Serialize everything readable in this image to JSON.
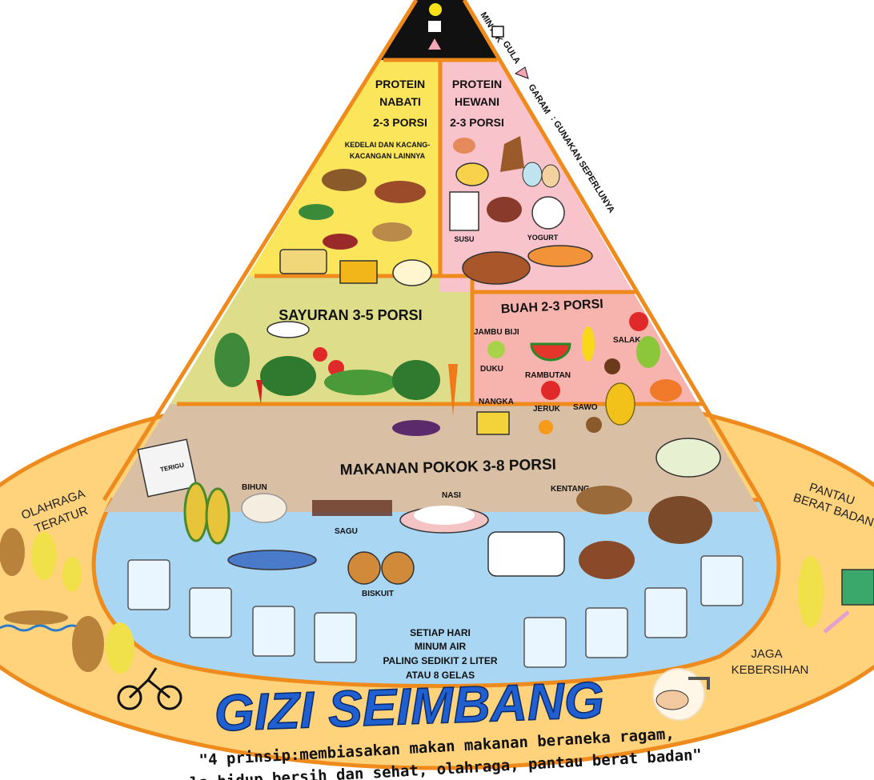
{
  "legend": {
    "minyak": "MINYAK",
    "gula": "GULA",
    "garam": "GARAM",
    "note": ": GUNAKAN SEPERLUNYA"
  },
  "sections": {
    "protein_nabati": {
      "line1": "PROTEIN",
      "line2": "NABATI",
      "portion": "2-3 PORSI",
      "note1": "KEDELAI DAN KACANG-",
      "note2": "KACANGAN LAINNYA"
    },
    "protein_hewani": {
      "line1": "PROTEIN",
      "line2": "HEWANI",
      "portion": "2-3 PORSI",
      "susu": "SUSU",
      "yogurt": "YOGURT"
    },
    "sayuran": {
      "title": "SAYURAN 3-5 PORSI"
    },
    "buah": {
      "title": "BUAH 2-3 PORSI",
      "items": [
        "JAMBU BIJI",
        "SALAK",
        "DUKU",
        "RAMBUTAN",
        "NANGKA",
        "JERUK",
        "SAWO"
      ]
    },
    "makanan_pokok": {
      "title": "MAKANAN POKOK 3-8 PORSI",
      "items": [
        "BIHUN",
        "NASI",
        "KENTANG",
        "SAGU",
        "BISKUIT"
      ],
      "terigu": "TERIGU"
    },
    "air": {
      "line1": "SETIAP HARI",
      "line2": "MINUM AIR",
      "line3": "PALING SEDIKIT 2 LITER",
      "line4": "ATAU 8 GELAS"
    }
  },
  "side_labels": {
    "olahraga1": "OLAHRAGA",
    "olahraga2": "TERATUR",
    "pantau1": "PANTAU",
    "pantau2": "BERAT BADAN",
    "jaga1": "JAGA",
    "jaga2": "KEBERSIHAN"
  },
  "title": "GIZI SEIMBANG",
  "slogan": {
    "line1": "\"4 prinsip:membiasakan makan makanan beraneka ragam,",
    "line2": "pola hidup bersih dan sehat, olahraga, pantau berat badan\""
  },
  "colors": {
    "outline": "#ef8a1c",
    "base": "#ffd27c",
    "water": "#a9d6f2",
    "pokok": "#d9bfa3",
    "sayuran": "#dede8a",
    "buah": "#f7b3ad",
    "nabati": "#fbe55a",
    "hewani": "#f9c3cc",
    "top": "#111111",
    "title": "#1f5fd0"
  }
}
